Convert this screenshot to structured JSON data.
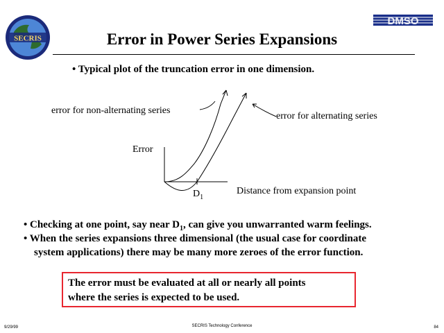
{
  "slide": {
    "title": "Error in Power Series Expansions",
    "subtitle": "• Typical plot of the truncation error in one dimension.",
    "logo_left": {
      "text": "SECRIS",
      "icon": "globe-seal-logo"
    },
    "logo_right": {
      "text": "DMSO",
      "icon": "dmso-logo",
      "color": "#1a2f8a"
    }
  },
  "diagram": {
    "label_non_alternating": "error for non-alternating series",
    "label_alternating": "error for alternating series",
    "y_axis_label": "Error",
    "x_axis_label": "Distance from expansion point",
    "point_label": "D",
    "point_subscript": "1"
  },
  "bullets": [
    {
      "prefix": "• Checking at one point, say near D",
      "sub": "1",
      "suffix": ", can give you  unwarranted warm feelings."
    },
    {
      "line1": "• When the series expansions three dimensional (the usual case for coordinate",
      "line2": "system applications) there may be many more zeroes of the error function."
    }
  ],
  "callout": {
    "line1": "The error must be evaluated at all or nearly all points",
    "line2": "where the series is expected to be used.",
    "border_color": "#e8262f"
  },
  "footer": {
    "date": "9/29/99",
    "conference": "SECRIS Technology Conference",
    "page": "84"
  }
}
